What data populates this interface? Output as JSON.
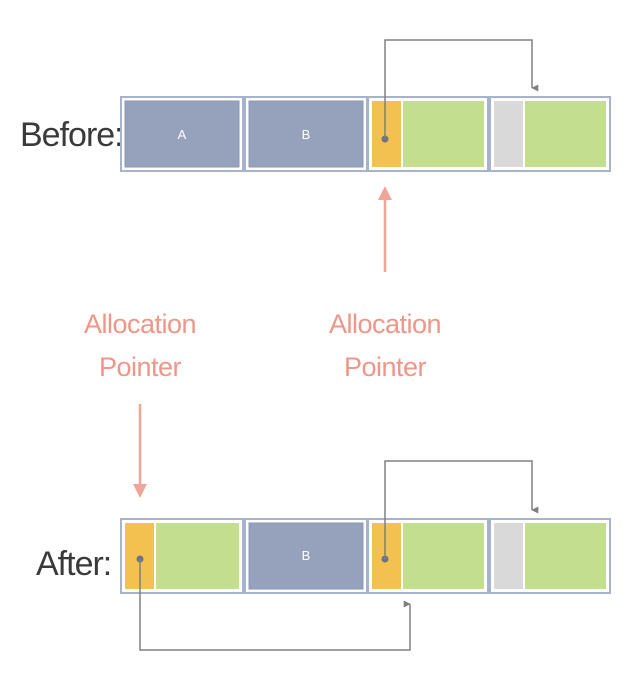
{
  "rows": {
    "before": {
      "label": "Before:",
      "block_a_label": "A",
      "block_b_label": "B"
    },
    "after": {
      "label": "After:",
      "block_b_label": "B"
    }
  },
  "pointers": {
    "left": {
      "line1": "Allocation",
      "line2": "Pointer"
    },
    "right": {
      "line1": "Allocation",
      "line2": "Pointer"
    }
  },
  "colors": {
    "block_fill": "#96a1bc",
    "block_border": "#8c97b5",
    "cell_border": "#a7b2cc",
    "header_fill": "#f2c150",
    "payload_fill": "#c4de8f",
    "forwarded_fill": "#d9d9d9",
    "pointer_arrow": "#f0a599",
    "pointer_text": "#ef9688",
    "link_line": "#808080",
    "dot": "#6d7384"
  }
}
